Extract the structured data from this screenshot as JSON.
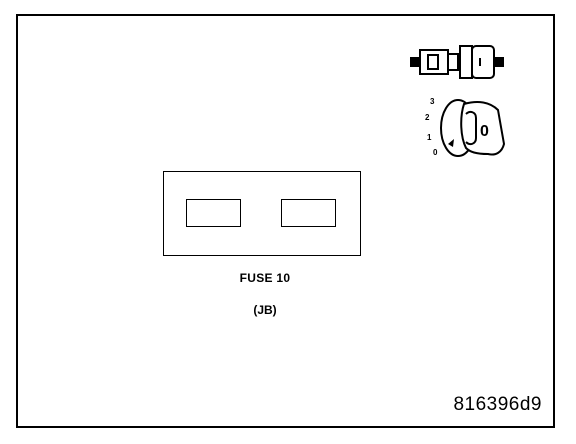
{
  "diagram": {
    "fuse_label": "FUSE 10",
    "fuse_location": "(JB)",
    "reference_code": "816396d9",
    "ignition_positions": [
      "3",
      "2",
      "1",
      "0"
    ],
    "ignition_key_label": "0"
  },
  "icons": {
    "connector": "connector-icon",
    "ignition": "ignition-key-icon"
  }
}
